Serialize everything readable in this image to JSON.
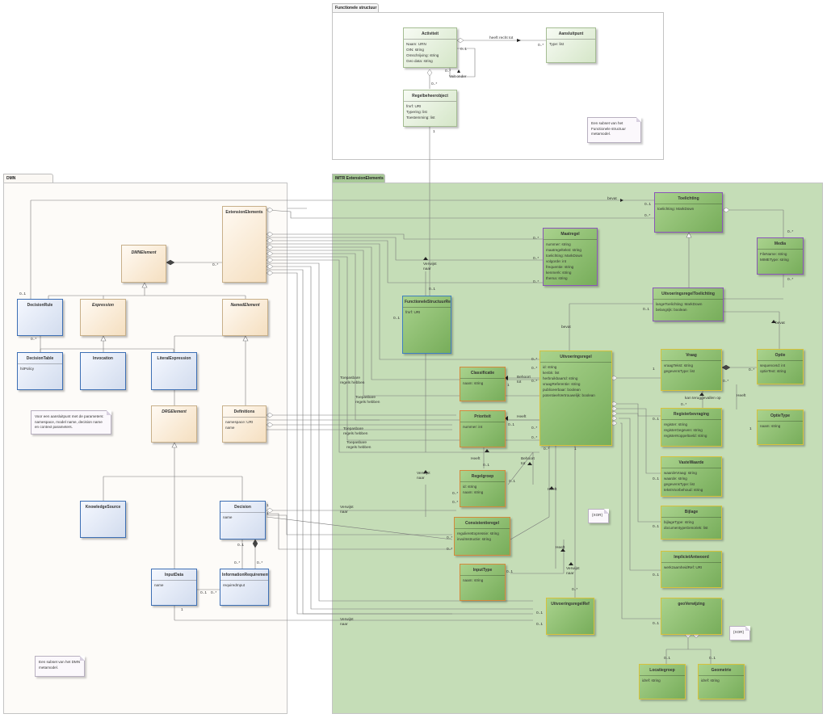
{
  "packages": {
    "functionele": "Functionele structuur",
    "dmn": "DMN",
    "imtr": "IMTR ExtensionElements"
  },
  "classes": {
    "activiteit": {
      "name": "Activiteit",
      "attrs": [
        "Naam: URN",
        "OIN: string",
        "Omschrijving: string",
        "Geo data: string"
      ]
    },
    "aansluitpunt": {
      "name": "Aansluitpunt",
      "attrs": [
        "Type: list"
      ]
    },
    "regelbeheerobject": {
      "name": "Regelbeheerobject",
      "attrs": [
        "fmrf: URI",
        "Typering: list",
        "Toestemming: list"
      ]
    },
    "extensionelements": {
      "name": "ExtensionElements",
      "attrs": []
    },
    "dmnelement": {
      "name": "DMNElement",
      "attrs": []
    },
    "decisionrule": {
      "name": "DecisionRule",
      "attrs": []
    },
    "expression": {
      "name": "Expression",
      "attrs": []
    },
    "namedelement": {
      "name": "NamedElement",
      "attrs": []
    },
    "decisiontable": {
      "name": "DecisionTable",
      "attrs": [
        "hitPolicy"
      ]
    },
    "invocation": {
      "name": "Invocation",
      "attrs": []
    },
    "literalexpression": {
      "name": "LiteralExpression",
      "attrs": []
    },
    "drgelement": {
      "name": "DRGElement",
      "attrs": []
    },
    "definitions": {
      "name": "Definitions",
      "attrs": [
        "namespace: URI",
        "name"
      ]
    },
    "knowledgesource": {
      "name": "KnowledgeSource",
      "attrs": []
    },
    "decision": {
      "name": "Decision",
      "attrs": [
        "name"
      ]
    },
    "inputdata": {
      "name": "InputData",
      "attrs": [
        "name"
      ]
    },
    "informationrequirement": {
      "name": "InformationRequirement",
      "attrs": [
        "requiredInput"
      ]
    },
    "toelichting": {
      "name": "Toelichting",
      "attrs": [
        "toelichting: MarkDown"
      ]
    },
    "maatregel": {
      "name": "Maatregel",
      "attrs": [
        "nummer: string",
        "maatregeltekst: string",
        "toelichting: MarkDown",
        "volgorde: int",
        "frequentie: string",
        "kenmerk: string",
        "thema: string"
      ]
    },
    "media": {
      "name": "Media",
      "attrs": [
        "FileName: string",
        "MIMEType: string"
      ]
    },
    "uitvoeringsregeltoelichting": {
      "name": "UitvoeringsregelToelichting",
      "attrs": [
        "langeToelichting: MarkDown",
        "belangrijk: boolean"
      ]
    },
    "functionelestructuurref": {
      "name": "FunctioneleStructuurRef",
      "attrs": [
        "fmrf: URI"
      ]
    },
    "uitvoeringsregel": {
      "name": "Uitvoeringsregel",
      "attrs": [
        "id: string",
        "kenbk: list",
        "herbruikbaarId: string",
        "vraagReferentie: string",
        "publiceerbaar: boolean",
        "potentieelVertrouwelijk: boolean"
      ]
    },
    "classificatie": {
      "name": "Classificatie",
      "attrs": [
        "naam: string"
      ]
    },
    "prioriteit": {
      "name": "Prioriteit",
      "attrs": [
        "nummer: int"
      ]
    },
    "regelgroep": {
      "name": "Regelgroep",
      "attrs": [
        "id: string",
        "naam: string"
      ]
    },
    "consistentieregel": {
      "name": "Consistentieregel",
      "attrs": [
        "reguliereExpressie: string",
        "invulInstructie: string"
      ]
    },
    "inputtype": {
      "name": "InputType",
      "attrs": [
        "naam: string"
      ]
    },
    "uitvoeringsregelref": {
      "name": "UitvoeringsregelRef",
      "attrs": []
    },
    "vraag": {
      "name": "Vraag",
      "attrs": [
        "vraagTekst: string",
        "gegevensType: list"
      ]
    },
    "optie": {
      "name": "Optie",
      "attrs": [
        "sequenceId: int",
        "optieText: string"
      ]
    },
    "registerbevraging": {
      "name": "Registerbevraging",
      "attrs": [
        "register: string",
        "registerGegeven: string",
        "registerKoppeltoeld: string"
      ]
    },
    "optietype": {
      "name": "OptieType",
      "attrs": [
        "naam: string"
      ]
    },
    "vastewaarde": {
      "name": "VasteWaarde",
      "attrs": [
        "waardeVraag: string",
        "waarde: string",
        "gegevensType: list",
        "tekstVoorbehoud: string"
      ]
    },
    "bijlage": {
      "name": "Bijlage",
      "attrs": [
        "bijlageType: string",
        "documentypeGenoriek: list"
      ]
    },
    "impliciet": {
      "name": "ImplicietAntwoord",
      "attrs": [
        "werkzaamheidRef: URI"
      ]
    },
    "geoverwijzing": {
      "name": "geoVerwijzing",
      "attrs": []
    },
    "locatiegroep": {
      "name": "Locatiegroep",
      "attrs": [
        "idref: string"
      ]
    },
    "geometrie": {
      "name": "Geometrie",
      "attrs": [
        "idref: string"
      ]
    }
  },
  "notes": {
    "fs_subset": "Een subset van het Functionele structuur metamodel.",
    "dmn_params": "Voor een aansluitpunt met de parameters: namespace, model name, decision name en context parameters.",
    "dmn_subset": "Een subset van het DMN metamodel.",
    "xor1": "{XOR}",
    "xor2": "{XOR}"
  },
  "labels": {
    "heeft_recht_tot": "heeft recht tot",
    "valt_onder": "Valt onder",
    "bevat_top": "bevat",
    "bevat_mid": "bevat",
    "bevat_right": "bevat",
    "verwijst_naar_1": "Verwijst naar",
    "verwijst_naar_2": "Verwijst naar",
    "verwijst_naar_3": "Verwijst naar",
    "verwijst_naar_4": "Verwijst naar",
    "verwijst_naar_5": "Verwijst naar",
    "toepasbare_1": "Toepasbare regels hebben",
    "toepasbare_2": "Toepasbare regels hebben",
    "toepasbare_3": "Toepasbare regels hebben",
    "toepasbare_4": "Toepasbare regels hebben",
    "behoort_tot_1": "Behoort tot",
    "behoort_tot_2": "Behoort tot",
    "heeft_1": "Heeft",
    "heeft_2": "Heeft",
    "heeft_3": "Heeft",
    "heeft_4": "Heeft",
    "heeft_5": "Heeft",
    "kan_teruggevallen": "kan teruggevallen op",
    "m_01": "0..1",
    "m_0n": "0..*",
    "m_1": "1",
    "m_1n": "1..*"
  },
  "colors": {
    "imtr_bg": "#c5ddb7",
    "dmn_bg": "#fdfbf8",
    "fs_bg": "#ffffff"
  }
}
